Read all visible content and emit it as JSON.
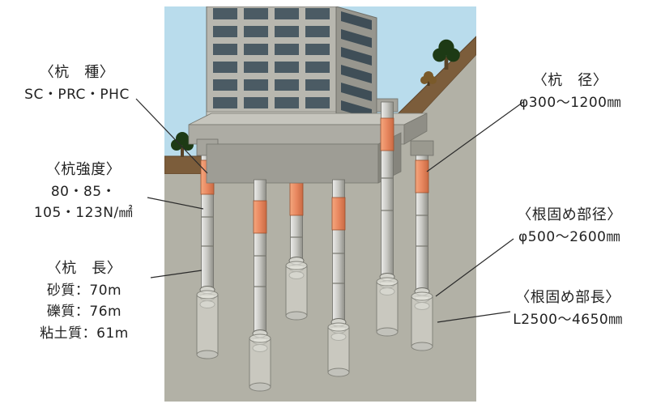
{
  "figure": {
    "type": "technical-diagram",
    "subject": "building-pile-foundation-cross-section"
  },
  "labels": {
    "pile_type": {
      "title": "〈杭　種〉",
      "lines": [
        "SC・PRC・PHC"
      ]
    },
    "pile_strength": {
      "title": "〈杭強度〉",
      "lines": [
        "80・85・",
        "105・123N/㎟"
      ]
    },
    "pile_length": {
      "title": "〈杭　長〉",
      "lines": [
        "砂質：70m",
        "礫質：76m",
        "粘土質：61m"
      ]
    },
    "pile_diameter": {
      "title": "〈杭　径〉",
      "lines": [
        "φ300〜1200㎜"
      ]
    },
    "root_diameter": {
      "title": "〈根固め部径〉",
      "lines": [
        "φ500〜2600㎜"
      ]
    },
    "root_length": {
      "title": "〈根固め部長〉",
      "lines": [
        "L2500〜4650㎜"
      ]
    }
  },
  "illustration": {
    "elements": [
      "sky",
      "ground-slope",
      "soil-cut",
      "trees",
      "building",
      "pile-cap",
      "piles",
      "root-consolidation-bulbs"
    ],
    "colors": {
      "sky": "#b9dcec",
      "soil": "#b2b1a6",
      "ground_slope": "#7c5d3b",
      "tree": "#1d3a15",
      "shrub": "#7a5a2a",
      "building_front": "#b8b7af",
      "building_side": "#97968e",
      "window": "#4b5b64",
      "pile_cap": "#9e9d95",
      "pile_shaft": "#c7c7c2",
      "pile_joint_orange": "#e8875f",
      "root_bulb": "#d6d6cf",
      "leader_line": "#2b2b2b",
      "label_text": "#222222"
    }
  }
}
